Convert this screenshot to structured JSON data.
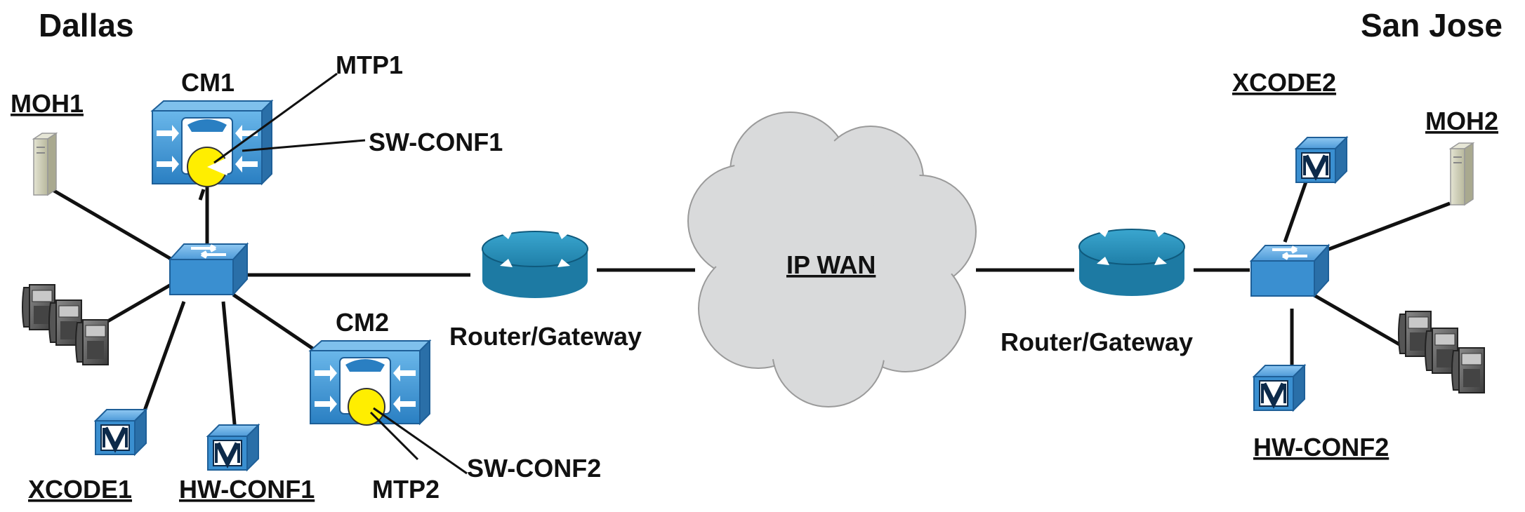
{
  "sites": {
    "left": "Dallas",
    "right": "San Jose"
  },
  "labels": {
    "cm1": "CM1",
    "cm2": "CM2",
    "mtp1": "MTP1",
    "mtp2": "MTP2",
    "swconf1": "SW-CONF1",
    "swconf2": "SW-CONF2",
    "moh1": "MOH1",
    "moh2": "MOH2",
    "xcode1": "XCODE1",
    "xcode2": "XCODE2",
    "hwconf1": "HW-CONF1",
    "hwconf2": "HW-CONF2",
    "router_left": "Router/Gateway",
    "router_right": "Router/Gateway",
    "wan": "IP WAN"
  },
  "colors": {
    "device_blue": "#3a8fd0",
    "device_blue_dark": "#1e5f98",
    "router_teal": "#2b8fb5",
    "cloud_fill": "#d9dadb",
    "link": "#111111",
    "server_beige": "#cfcfb8",
    "mtp_yellow": "#ffee00"
  },
  "icons": [
    "call-manager-icon",
    "switch-icon",
    "router-icon",
    "cloud-icon",
    "server-icon",
    "ip-phone-icon",
    "voice-module-icon"
  ]
}
